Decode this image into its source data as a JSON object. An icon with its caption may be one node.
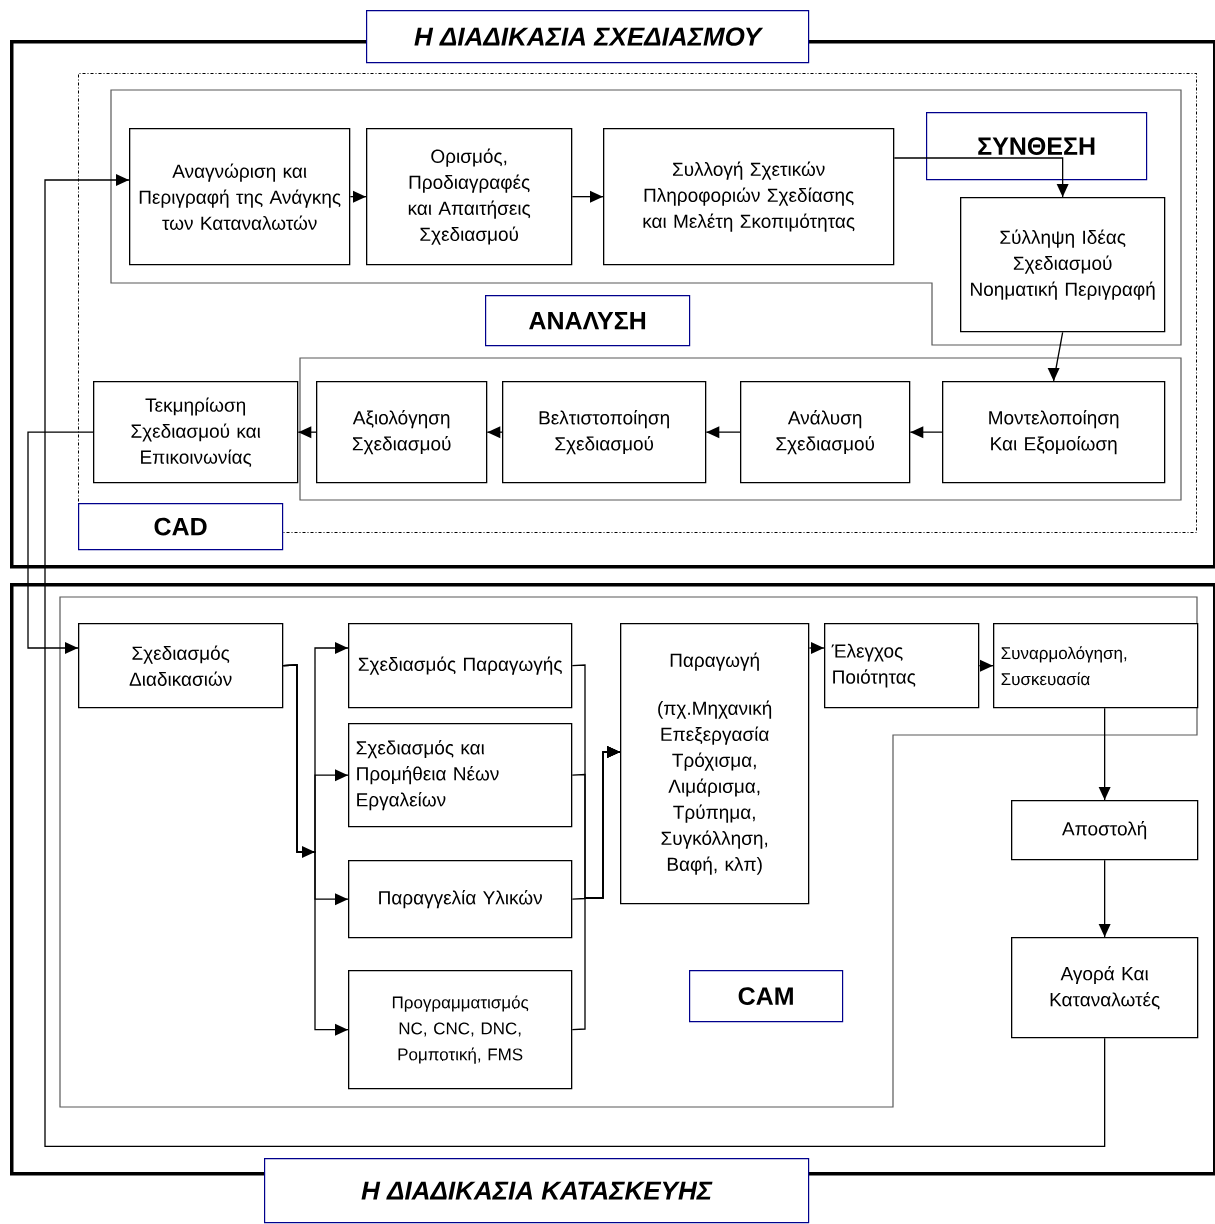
{
  "diagram": {
    "nodes": [
      {
        "text": [
          "Η ΔΙΑΔΙΚΑΣΙΑ ΣΧΕΔΙΑΣΜΟΥ"
        ]
      },
      {
        "text": [
          "CAD"
        ],
        "in": 0
      },
      {
        "text": [
          "ΣΥΝΘΕΣΗ"
        ],
        "in": 1
      },
      {
        "text": [
          "Αναγνώριση και Περιγραφή της Ανάγκης των Καταναλωτών"
        ],
        "in": 2
      },
      {
        "text": [
          "Ορισμός, Προδιαγραφές και Απαιτήσεις Σχεδιασμού"
        ],
        "in": 2
      },
      {
        "text": [
          "Συλλογή Σχετικών Πληροφοριών Σχεδίασης και Μελέτη Σκοπιμότητας"
        ],
        "in": 2
      },
      {
        "text": [
          "Σύλληψη Ιδέας Σχεδιασμού Νοηματική Περιγραφή"
        ],
        "in": 2
      },
      {
        "text": [
          "ΑΝΑΛΥΣΗ"
        ],
        "in": 1
      },
      {
        "text": [
          "Μοντελοποίηση Και Εξομοίωση"
        ],
        "in": 7
      },
      {
        "text": [
          "Ανάλυση Σχεδιασμού"
        ],
        "in": 7
      },
      {
        "text": [
          "Βελτιστοποίηση Σχεδιασμού"
        ],
        "in": 7
      },
      {
        "text": [
          "Αξιολόγηση Σχεδιασμού"
        ],
        "in": 7
      },
      {
        "text": [
          "Τεκμηρίωση Σχεδιασμού και Επικοινωνίας"
        ],
        "in": 1
      },
      {
        "text": [
          "Η ΔΙΑΔΙΚΑΣΙΑ ΚΑΤΑΣΚΕΥΗΣ"
        ]
      },
      {
        "text": [
          "CAM"
        ],
        "in": 13
      },
      {
        "text": [
          "Σχεδιασμός Διαδικασιών"
        ],
        "in": 14
      },
      {
        "text": [
          "Σχεδιασμός Παραγωγής"
        ],
        "in": 14
      },
      {
        "text": [
          "Σχεδιασμός και Προμήθεια Νέων Εργαλείων"
        ],
        "in": 14
      },
      {
        "text": [
          "Παραγγελία Υλικών"
        ],
        "in": 14
      },
      {
        "text": [
          "Προγραμματισμός NC, CNC, DNC, Ρομποτική, FMS"
        ],
        "in": 14
      },
      {
        "text": [
          "Παραγωγή",
          "(πχ.Μηχανική Επεξεργασία Τρόχισμα, Λιμάρισμα, Τρύπημα, Συγκόλληση, Βαφή, κλπ)"
        ],
        "in": 14
      },
      {
        "text": [
          "Έλεγχος Ποιότητας"
        ],
        "in": 14
      },
      {
        "text": [
          "Συναρμολόγηση, Συσκευασία"
        ],
        "in": 14
      },
      {
        "text": [
          "Αποστολή"
        ],
        "in": 13
      },
      {
        "text": [
          "Αγορά Και Καταναλωτές"
        ],
        "in": 13
      }
    ],
    "edges": [
      {
        "from": 3,
        "to": 4,
        "arrow": "to"
      },
      {
        "from": 4,
        "to": 5,
        "arrow": "to"
      },
      {
        "from": 5,
        "to": 6,
        "arrow": "to"
      },
      {
        "from": 6,
        "to": 8,
        "arrow": "to"
      },
      {
        "from": 8,
        "to": 9,
        "arrow": "to"
      },
      {
        "from": 9,
        "to": 10,
        "arrow": "to"
      },
      {
        "from": 10,
        "to": 11,
        "arrow": "to"
      },
      {
        "from": 11,
        "to": 12,
        "arrow": "to"
      },
      {
        "from": 12,
        "to": 15,
        "arrow": "to"
      },
      {
        "from": 24,
        "to": 3,
        "arrow": "to"
      },
      {
        "from": 15,
        "to": 16,
        "arrow": "to"
      },
      {
        "from": 15,
        "to": 17,
        "arrow": "to"
      },
      {
        "from": 15,
        "to": 18,
        "arrow": "to"
      },
      {
        "from": 15,
        "to": 19,
        "arrow": "to"
      },
      {
        "from": 16,
        "to": 20,
        "arrow": "to"
      },
      {
        "from": 17,
        "to": 20,
        "arrow": "to"
      },
      {
        "from": 18,
        "to": 20,
        "arrow": "to"
      },
      {
        "from": 19,
        "to": 20,
        "arrow": "to"
      },
      {
        "from": 20,
        "to": 21,
        "arrow": "to"
      },
      {
        "from": 21,
        "to": 22,
        "arrow": "to"
      },
      {
        "from": 22,
        "to": 23,
        "arrow": "to"
      },
      {
        "from": 23,
        "to": 24,
        "arrow": "to"
      }
    ]
  }
}
